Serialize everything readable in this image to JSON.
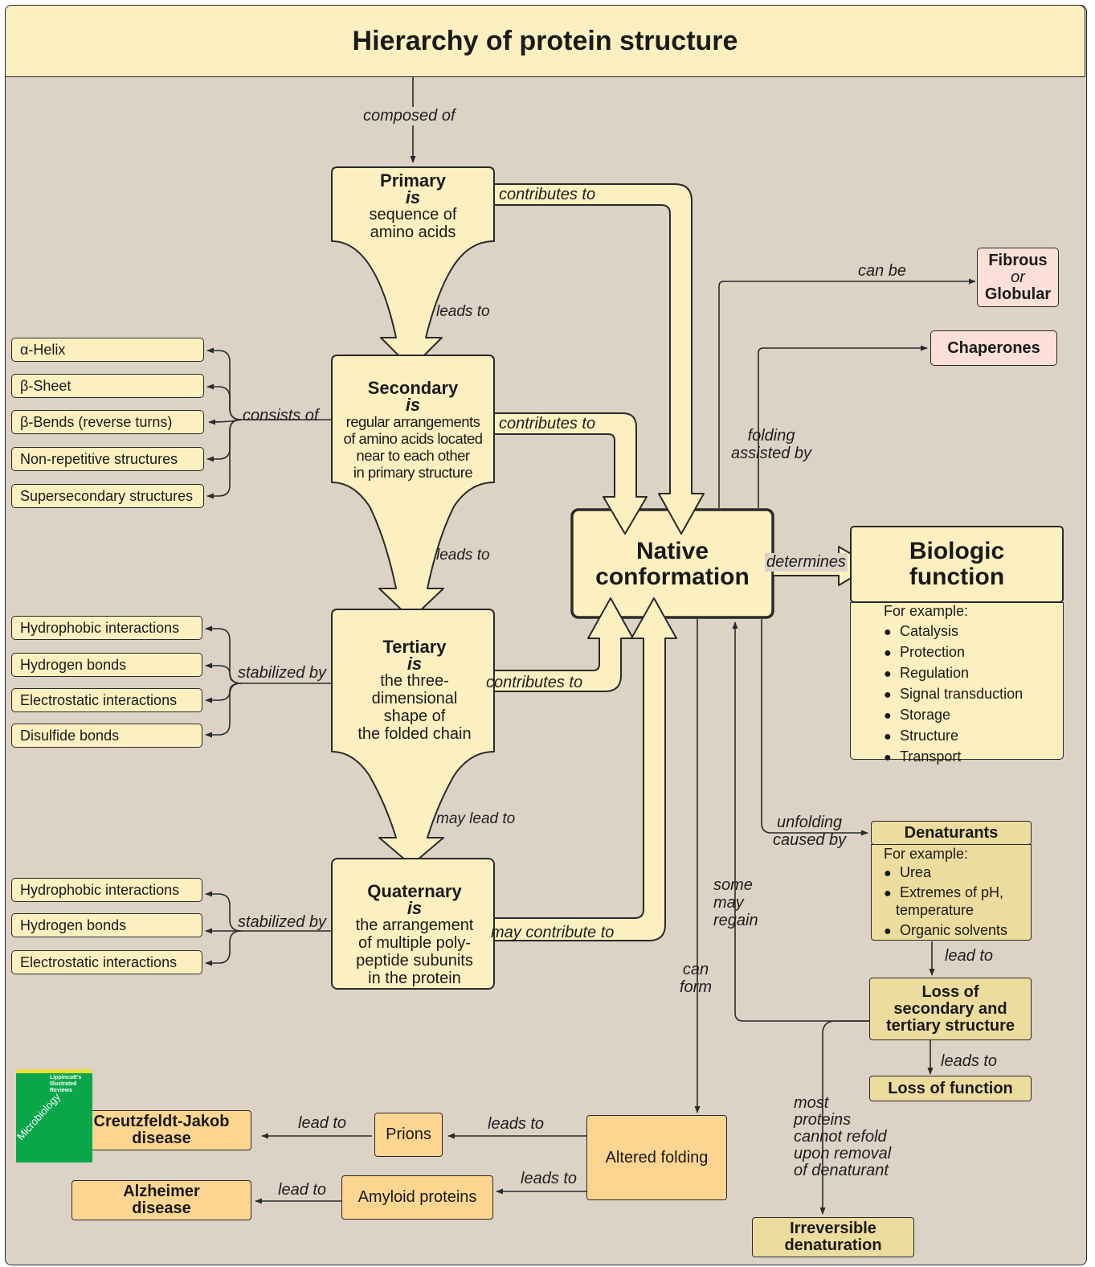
{
  "title": "Hierarchy of protein structure",
  "colors": {
    "panel": "#dcd3c6",
    "cream": "#fcf0c0",
    "light": "#fcf0c0",
    "tan": "#ecdc9e",
    "orange": "#fcd590",
    "pink": "#fce0d8",
    "green": "#0aa64a",
    "line": "#2a2a2a"
  },
  "stages": {
    "primary": {
      "heading": "Primary",
      "is": "is",
      "desc": "sequence of\namino acids"
    },
    "secondary": {
      "heading": "Secondary",
      "is": "is",
      "desc": "regular arrangements\nof amino acids located\nnear to each other\nin primary structure"
    },
    "tertiary": {
      "heading": "Tertiary",
      "is": "is",
      "desc": "the three-\ndimensional\nshape of\nthe folded chain"
    },
    "quaternary": {
      "heading": "Quaternary",
      "is": "is",
      "desc": "the arrangement\nof multiple poly-\npeptide subunits\nin the protein"
    }
  },
  "labels": {
    "composed_of": "composed of",
    "leads_to_1": "leads to",
    "leads_to_2": "leads to",
    "may_lead_to": "may lead to",
    "contributes_to_1": "contributes to",
    "contributes_to_2": "contributes to",
    "contributes_to_3": "contributes to",
    "may_contribute_to": "may contribute to",
    "consists_of": "consists of",
    "stabilized_by_1": "stabilized by",
    "stabilized_by_2": "stabilized by",
    "can_be": "can be",
    "folding_assisted_by": "folding\nassisted by",
    "determines": "determines",
    "unfolding_caused_by": "unfolding\ncaused by",
    "some_may_regain": "some\nmay\nregain",
    "can_form": "can\nform",
    "lead_to_1": "lead to",
    "leads_to_3": "leads to",
    "leads_to_4": "leads to",
    "leads_to_5": "leads to",
    "lead_to_2": "lead to",
    "lead_to_3": "lead to",
    "most_proteins": "most\nproteins\ncannot refold\nupon removal\nof denaturant"
  },
  "secondary_types": [
    "α-Helix",
    "β-Sheet",
    "β-Bends (reverse turns)",
    "Non-repetitive structures",
    "Supersecondary structures"
  ],
  "tertiary_bonds": [
    "Hydrophobic interactions",
    "Hydrogen bonds",
    "Electrostatic interactions",
    "Disulfide bonds"
  ],
  "quaternary_bonds": [
    "Hydrophobic interactions",
    "Hydrogen bonds",
    "Electrostatic interactions"
  ],
  "native": {
    "line1": "Native",
    "line2": "conformation"
  },
  "fibrous": {
    "line1": "Fibrous",
    "line2": "or",
    "line3": "Globular"
  },
  "chaperones": "Chaperones",
  "biologic": {
    "title_line1": "Biologic",
    "title_line2": "function",
    "example_header": "For example:",
    "examples": [
      "Catalysis",
      "Protection",
      "Regulation",
      "Signal transduction",
      "Storage",
      "Structure",
      "Transport"
    ]
  },
  "denaturants": {
    "title": "Denaturants",
    "example_header": "For example:",
    "examples": [
      "Urea",
      "Extremes of pH,\n   temperature",
      "Organic solvents"
    ]
  },
  "loss_structure": "Loss of\nsecondary and\ntertiary structure",
  "loss_function": "Loss of function",
  "irreversible": "Irreversible\ndenaturation",
  "altered_folding": "Altered folding",
  "prions": "Prions",
  "amyloid": "Amyloid proteins",
  "cjd": "Creutzfeldt-Jakob\ndisease",
  "alzheimer": "Alzheimer\ndisease",
  "book": {
    "series": "Lippincott's\nIllustrated\nReviews",
    "subject": "Microbiology"
  }
}
